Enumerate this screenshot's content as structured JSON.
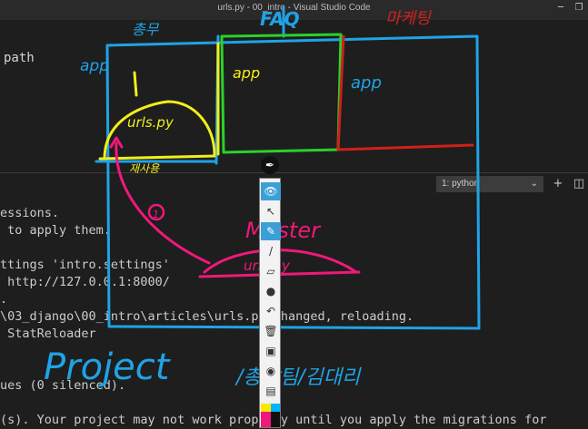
{
  "window": {
    "title": "urls.py - 00_intro - Visual Studio Code",
    "minimize_icon": "minimize-icon",
    "close_icon": "close-icon"
  },
  "editor": {
    "visible_text": "path"
  },
  "panel": {
    "terminal_selector": "1: python",
    "buttons": [
      "add-terminal-icon",
      "split-terminal-icon"
    ]
  },
  "terminal": {
    "lines": [
      "essions.",
      " to apply them.",
      "",
      "ttings 'intro.settings'",
      " http://127.0.0.1:8000/",
      ".",
      "\\03_django\\00_intro\\articles\\urls.py changed, reloading.",
      " StatReloader",
      "",
      "",
      "ues (0 silenced).",
      "",
      "(s). Your project may not work properly until you apply the migrations for"
    ]
  },
  "annotations": {
    "colors": {
      "blue": "#1fa3e6",
      "yellow": "#f2ee1a",
      "green": "#2bd12b",
      "red": "#d0201c",
      "pink": "#f0187a",
      "white": "#ffffff"
    },
    "labels": {
      "top_korean_1": "총무",
      "top_korean_2": "FAQ",
      "top_korean_3": "마케팅",
      "app_label": "app",
      "app1": "app",
      "app2": "app",
      "urls_small": "urls.py",
      "fit_text": "재사용",
      "master": "Master",
      "urls_master": "urls.py",
      "circle_number": "1",
      "project": "Project",
      "bottom_korean": "/총괄팀/김대리"
    }
  },
  "pen_toolbar": {
    "tools": [
      "pen-nib-icon",
      "eye-icon",
      "cursor-icon",
      "highlighter-icon",
      "pen-icon",
      "eraser-icon",
      "dot-icon",
      "undo-icon",
      "trash-icon",
      "screenshot-icon",
      "camera-icon",
      "clipboard-icon",
      "color-palette-icon"
    ]
  }
}
